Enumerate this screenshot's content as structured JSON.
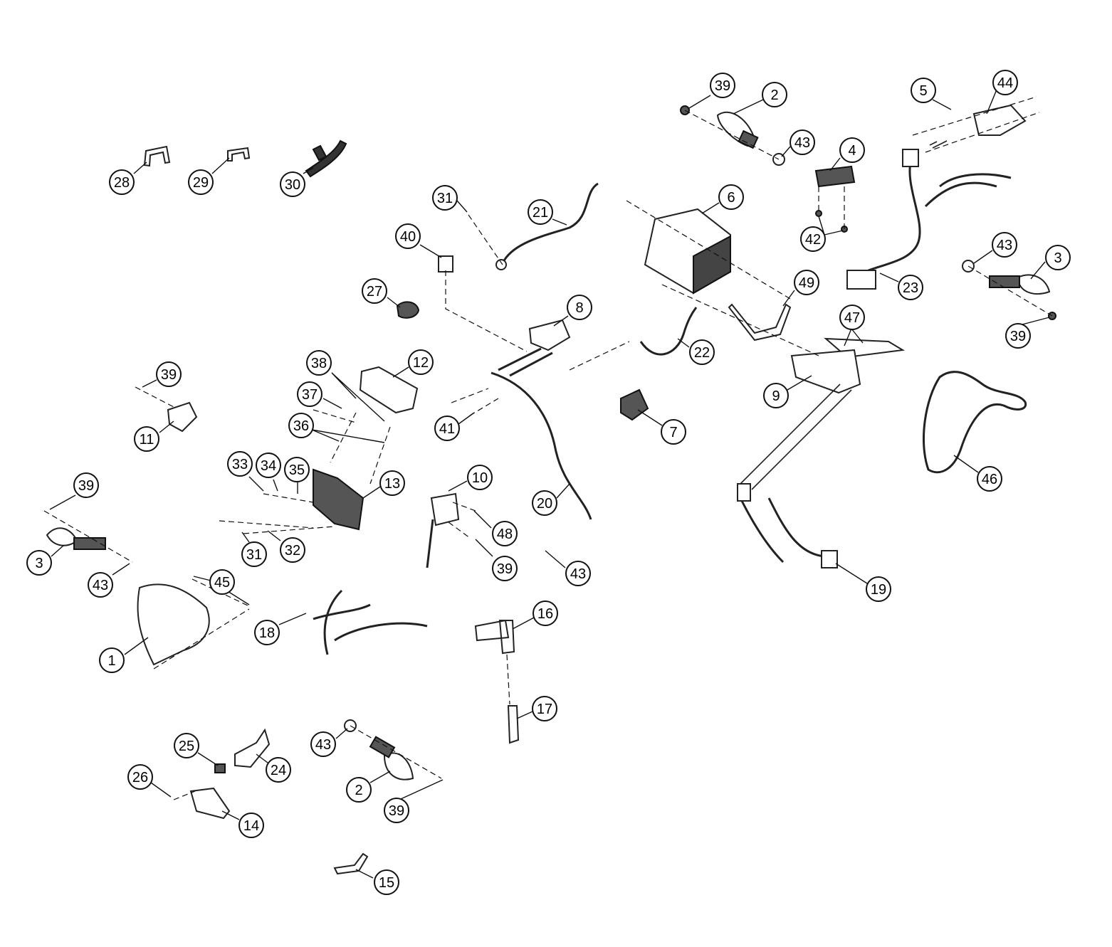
{
  "diagram": {
    "callouts": [
      {
        "id": "c1",
        "label": "1"
      },
      {
        "id": "c2a",
        "label": "2"
      },
      {
        "id": "c2b",
        "label": "2"
      },
      {
        "id": "c3a",
        "label": "3"
      },
      {
        "id": "c3b",
        "label": "3"
      },
      {
        "id": "c4",
        "label": "4"
      },
      {
        "id": "c5",
        "label": "5"
      },
      {
        "id": "c6",
        "label": "6"
      },
      {
        "id": "c7",
        "label": "7"
      },
      {
        "id": "c8",
        "label": "8"
      },
      {
        "id": "c9",
        "label": "9"
      },
      {
        "id": "c10",
        "label": "10"
      },
      {
        "id": "c11",
        "label": "11"
      },
      {
        "id": "c12",
        "label": "12"
      },
      {
        "id": "c13",
        "label": "13"
      },
      {
        "id": "c14",
        "label": "14"
      },
      {
        "id": "c15",
        "label": "15"
      },
      {
        "id": "c16",
        "label": "16"
      },
      {
        "id": "c17",
        "label": "17"
      },
      {
        "id": "c18",
        "label": "18"
      },
      {
        "id": "c19",
        "label": "19"
      },
      {
        "id": "c20",
        "label": "20"
      },
      {
        "id": "c21",
        "label": "21"
      },
      {
        "id": "c22",
        "label": "22"
      },
      {
        "id": "c23",
        "label": "23"
      },
      {
        "id": "c24",
        "label": "24"
      },
      {
        "id": "c25",
        "label": "25"
      },
      {
        "id": "c26",
        "label": "26"
      },
      {
        "id": "c27",
        "label": "27"
      },
      {
        "id": "c28",
        "label": "28"
      },
      {
        "id": "c29",
        "label": "29"
      },
      {
        "id": "c30",
        "label": "30"
      },
      {
        "id": "c31a",
        "label": "31"
      },
      {
        "id": "c31b",
        "label": "31"
      },
      {
        "id": "c32",
        "label": "32"
      },
      {
        "id": "c33",
        "label": "33"
      },
      {
        "id": "c34",
        "label": "34"
      },
      {
        "id": "c35",
        "label": "35"
      },
      {
        "id": "c36",
        "label": "36"
      },
      {
        "id": "c37",
        "label": "37"
      },
      {
        "id": "c38",
        "label": "38"
      },
      {
        "id": "c39a",
        "label": "39"
      },
      {
        "id": "c39b",
        "label": "39"
      },
      {
        "id": "c39c",
        "label": "39"
      },
      {
        "id": "c39d",
        "label": "39"
      },
      {
        "id": "c39e",
        "label": "39"
      },
      {
        "id": "c39f",
        "label": "39"
      },
      {
        "id": "c40",
        "label": "40"
      },
      {
        "id": "c41",
        "label": "41"
      },
      {
        "id": "c42",
        "label": "42"
      },
      {
        "id": "c43a",
        "label": "43"
      },
      {
        "id": "c43b",
        "label": "43"
      },
      {
        "id": "c43c",
        "label": "43"
      },
      {
        "id": "c43d",
        "label": "43"
      },
      {
        "id": "c43e",
        "label": "43"
      },
      {
        "id": "c44",
        "label": "44"
      },
      {
        "id": "c45",
        "label": "45"
      },
      {
        "id": "c46",
        "label": "46"
      },
      {
        "id": "c47",
        "label": "47"
      },
      {
        "id": "c48",
        "label": "48"
      },
      {
        "id": "c49",
        "label": "49"
      }
    ]
  }
}
